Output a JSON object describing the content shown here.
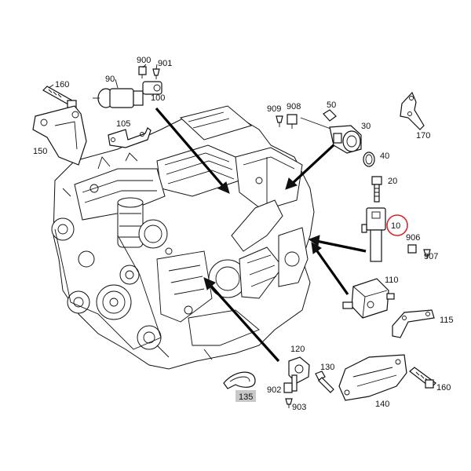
{
  "labels": {
    "p900": "900",
    "p901": "901",
    "p90": "90",
    "p100": "100",
    "p160a": "160",
    "p150": "150",
    "p105": "105",
    "p909": "909",
    "p908": "908",
    "p50": "50",
    "p30": "30",
    "p40": "40",
    "p170": "170",
    "p20": "20",
    "p10": "10",
    "p906": "906",
    "p907": "907",
    "p110": "110",
    "p115": "115",
    "p120": "120",
    "p130": "130",
    "p902": "902",
    "p903": "903",
    "p135": "135",
    "p140": "140",
    "p160b": "160"
  },
  "colors": {
    "line": "#111111",
    "highlight_circle": "#d9262c",
    "label_box": "#c8c8c8",
    "background": "#ffffff"
  }
}
